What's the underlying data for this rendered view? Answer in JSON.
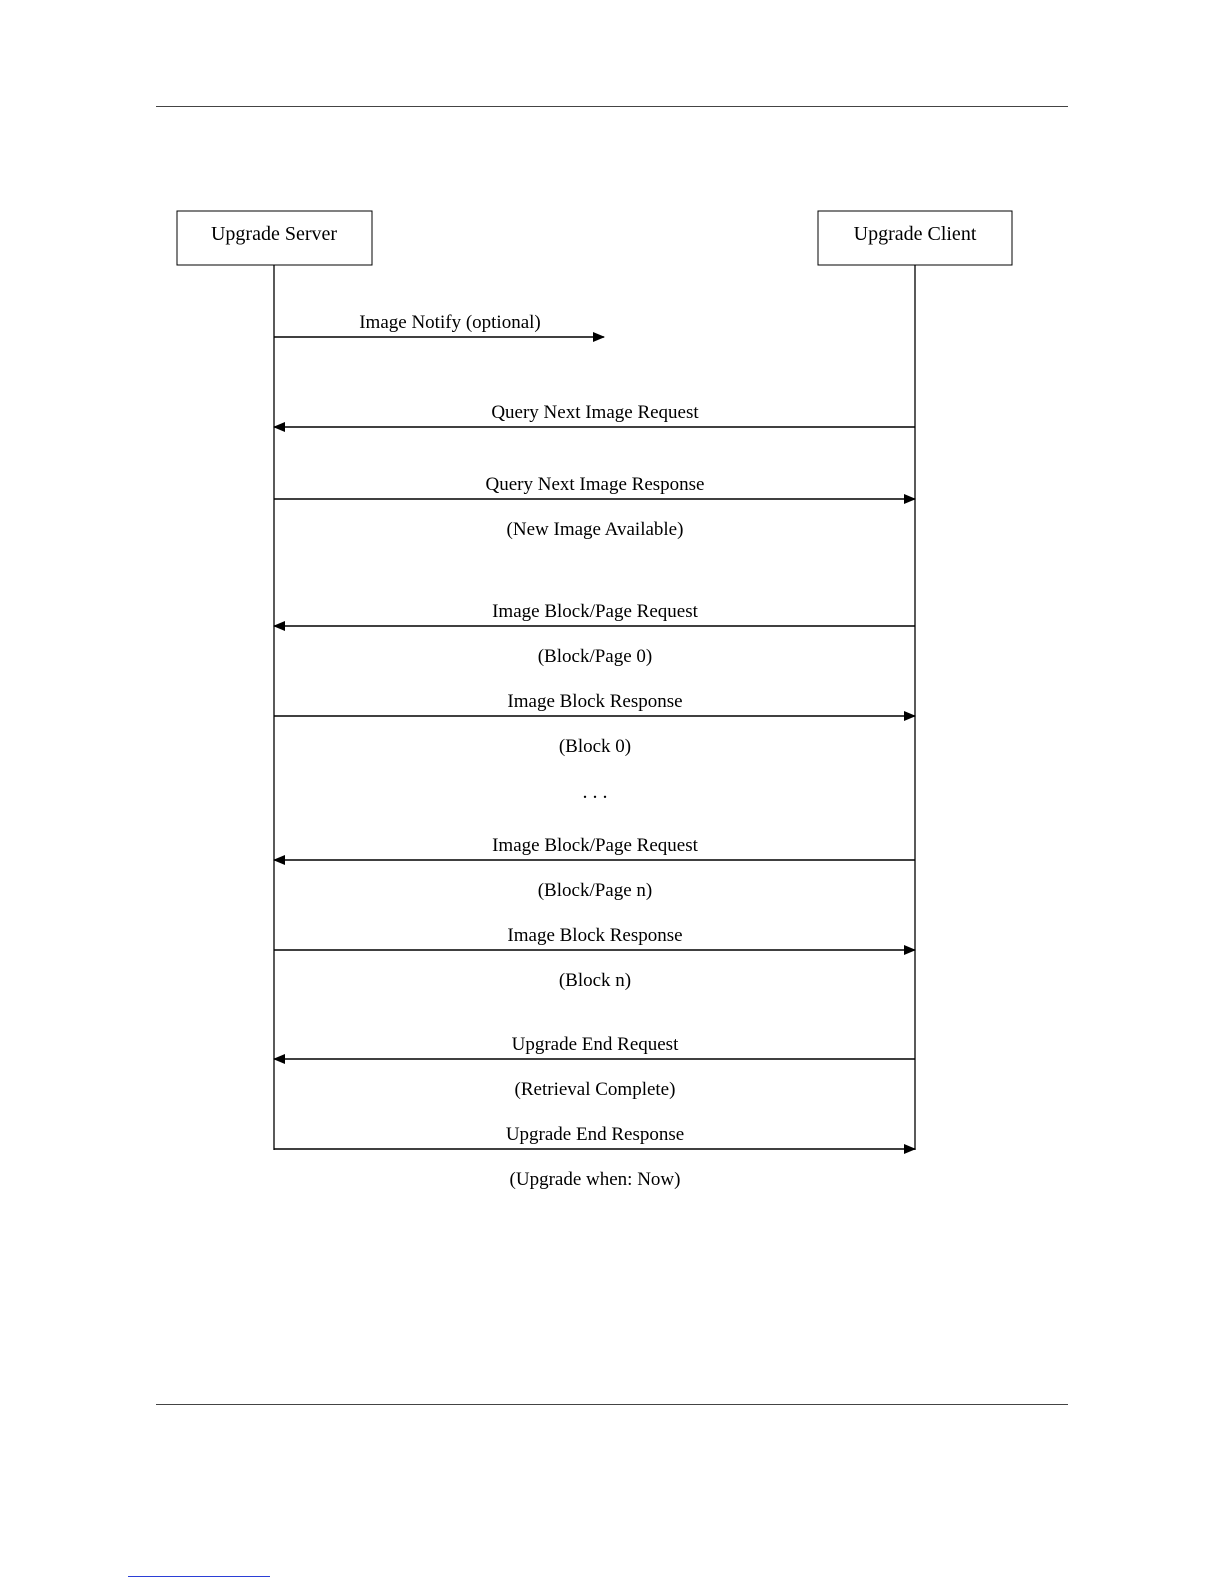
{
  "participants": {
    "server": "Upgrade Server",
    "client": "Upgrade Client"
  },
  "messages": [
    {
      "label": "Image Notify (optional)",
      "note": "",
      "direction": "to-client",
      "partial": true
    },
    {
      "label": "Query Next Image Request",
      "note": "",
      "direction": "to-server",
      "partial": false
    },
    {
      "label": "Query Next Image Response",
      "note": "(New Image Available)",
      "direction": "to-client",
      "partial": false
    },
    {
      "label": "Image Block/Page Request",
      "note": "(Block/Page 0)",
      "direction": "to-server",
      "partial": false
    },
    {
      "label": "Image Block Response",
      "note": "(Block 0)",
      "direction": "to-client",
      "partial": false
    },
    {
      "label": "Image Block/Page Request",
      "note": "(Block/Page n)",
      "direction": "to-server",
      "partial": false
    },
    {
      "label": "Image Block Response",
      "note": "(Block n)",
      "direction": "to-client",
      "partial": false
    },
    {
      "label": "Upgrade End Request",
      "note": "(Retrieval Complete)",
      "direction": "to-server",
      "partial": false
    },
    {
      "label": "Upgrade End Response",
      "note": "(Upgrade when:  Now)",
      "direction": "to-client",
      "partial": false
    }
  ],
  "ellipsis": ". . ."
}
